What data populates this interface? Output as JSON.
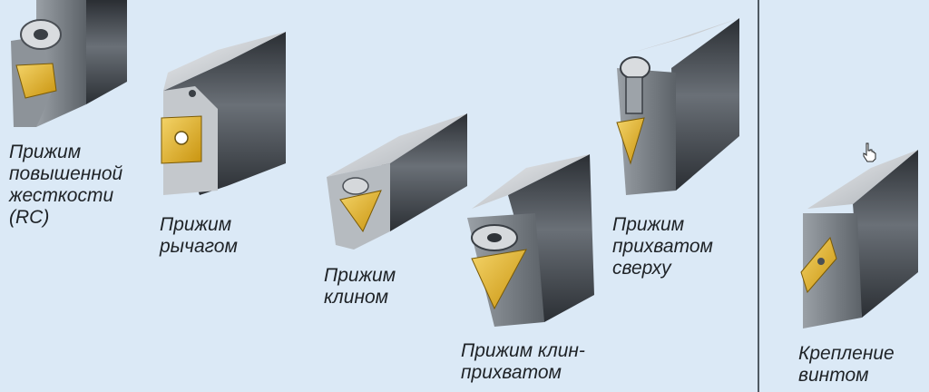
{
  "captions": {
    "rc": [
      "Прижим",
      "повышенной",
      "жесткости",
      "(RC)"
    ],
    "lever": [
      "Прижим",
      "рычагом"
    ],
    "wedge": [
      "Прижим",
      "клином"
    ],
    "wedge_clamp": [
      "Прижим клин-",
      "прихватом"
    ],
    "top_clamp": [
      "Прижим",
      "прихватом",
      "сверху"
    ],
    "screw": [
      "Крепление",
      "винтом"
    ]
  },
  "colors": {
    "background": "#dbe9f6",
    "holder_light": "#c9ccd0",
    "holder_mid": "#8b9096",
    "holder_dark": "#2f3338",
    "insert_gold": "#e3b52a",
    "divider": "#4f5a63"
  }
}
